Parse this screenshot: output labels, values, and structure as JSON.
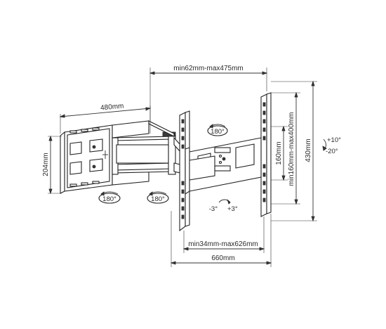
{
  "dimensions": {
    "top_range": "min62mm-max475mm",
    "wall_width": "480mm",
    "wall_height": "204mm",
    "inner_height": "160mm",
    "vesa_vertical": "min160mm-max400mm",
    "total_height": "430mm",
    "vesa_horizontal": "min34mm-max626mm",
    "total_width": "660mm"
  },
  "rotations": {
    "swivel_top": "180°",
    "swivel_left": "180°",
    "swivel_mid": "180°",
    "rotation_neg": "-3°",
    "rotation_pos": "+3°"
  },
  "tilt": {
    "up": "+10°",
    "down": "-20°"
  },
  "icons": [
    "swivel-arrows-icon",
    "rotation-arrow-icon",
    "tilt-arrow-icon"
  ]
}
